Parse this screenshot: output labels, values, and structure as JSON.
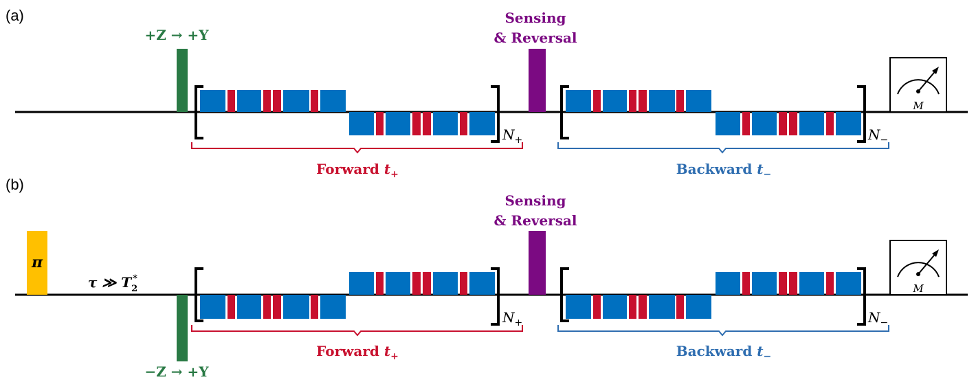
{
  "colors": {
    "green": "#2a7a45",
    "purple": "#7b0a82",
    "blue": "#0070c0",
    "red": "#c8102e",
    "orange": "#ffc000",
    "forward": "#c8102e",
    "backward": "#2e6db0",
    "line": "#000000"
  },
  "panel_a": {
    "label": "(a)",
    "init_pulse_label": "+Z → +Y",
    "sensing_line1": "Sensing",
    "sensing_line2": "& Reversal",
    "n_plus": "N",
    "n_plus_sub": "+",
    "n_minus": "N",
    "n_minus_sub": "−",
    "forward_word": "Forward ",
    "forward_var": "t",
    "forward_sub": "+",
    "backward_word": "Backward ",
    "backward_var": "t",
    "backward_sub": "−",
    "meter_label": "M"
  },
  "panel_b": {
    "label": "(b)",
    "pi_label": "π",
    "tau_label": "τ ≫ T",
    "tau_sub": "2",
    "tau_sup": "*",
    "init_pulse_label": "−Z → +Y",
    "sensing_line1": "Sensing",
    "sensing_line2": "& Reversal",
    "n_plus": "N",
    "n_plus_sub": "+",
    "n_minus": "N",
    "n_minus_sub": "−",
    "forward_word": "Forward ",
    "forward_var": "t",
    "forward_sub": "+",
    "backward_word": "Backward ",
    "backward_var": "t",
    "backward_sub": "−",
    "meter_label": "M"
  }
}
